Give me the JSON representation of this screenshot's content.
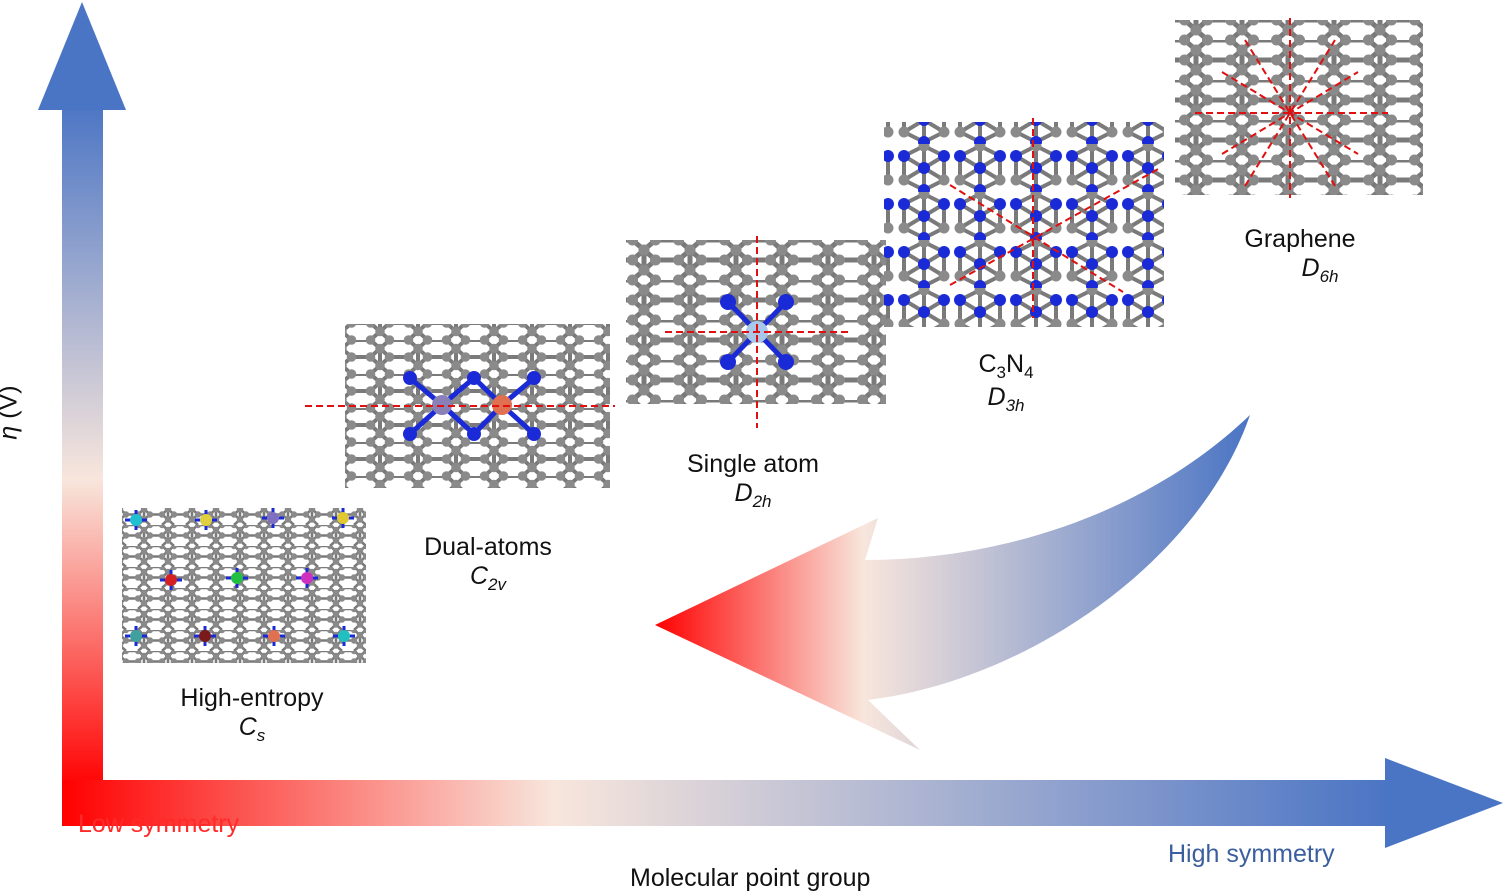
{
  "axes": {
    "y_label_symbol": "η",
    "y_label_unit": "(V)",
    "x_label": "Molecular point group",
    "low_label": "Low symmetry",
    "high_label": "High symmetry"
  },
  "colors": {
    "low": "#ff0000",
    "mid": "#f8e6dc",
    "high": "#4a74c4",
    "carbon": "#808080",
    "nitrogen": "#1a2ad6",
    "symmetry_axis": "#e01010"
  },
  "structures": [
    {
      "name": "High-entropy",
      "symbol": "C",
      "subscript": "s"
    },
    {
      "name": "Dual-atoms",
      "symbol": "C",
      "subscript": "2v"
    },
    {
      "name": "Single atom",
      "symbol": "D",
      "subscript": "2h"
    },
    {
      "name_main": "C",
      "name_sub1": "3",
      "name_mid": "N",
      "name_sub2": "4",
      "symbol": "D",
      "subscript": "3h"
    },
    {
      "name": "Graphene",
      "symbol": "D",
      "subscript": "6h"
    }
  ]
}
